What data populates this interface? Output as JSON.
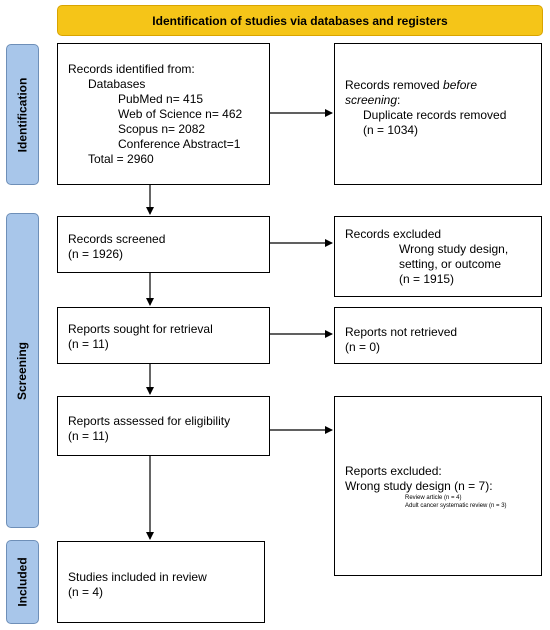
{
  "banner": {
    "title": "Identification of studies via databases and registers"
  },
  "phases": {
    "identification": "Identification",
    "screening": "Screening",
    "included": "Included"
  },
  "identified": {
    "heading": "Records identified from:",
    "databases_label": "Databases",
    "pubmed": "PubMed n= 415",
    "wos": "Web of Science n= 462",
    "scopus": "Scopus n= 2082",
    "conference": "Conference Abstract=1",
    "total": "Total = 2960"
  },
  "removed": {
    "heading_prefix": "Records removed ",
    "heading_italic": "before",
    "heading_italic2": "screening",
    "heading_suffix": ":",
    "duplicates": "Duplicate records removed",
    "count": "(n = 1034)"
  },
  "screened": {
    "label": "Records screened",
    "count": "(n = 1926)"
  },
  "excluded": {
    "heading": "Records excluded",
    "reason_line1": "Wrong study design,",
    "reason_line2": "setting, or outcome",
    "count": "(n = 1915)"
  },
  "sought": {
    "label": "Reports sought for retrieval",
    "count": "(n = 11)"
  },
  "not_retrieved": {
    "label": "Reports not retrieved",
    "count": "(n = 0)"
  },
  "assessed": {
    "label": "Reports assessed for eligibility",
    "count": "(n = 11)"
  },
  "reports_excluded": {
    "heading": "Reports excluded:",
    "reason": "Wrong study design (n = 7):",
    "sub1": "Review article (n = 4)",
    "sub2": "Adult cancer systematic review (n = 3)"
  },
  "included": {
    "label": "Studies included in review",
    "count": "(n = 4)"
  },
  "colors": {
    "banner": "#f5c518",
    "phase_tab": "#a8c6ea",
    "border": "#000000"
  }
}
